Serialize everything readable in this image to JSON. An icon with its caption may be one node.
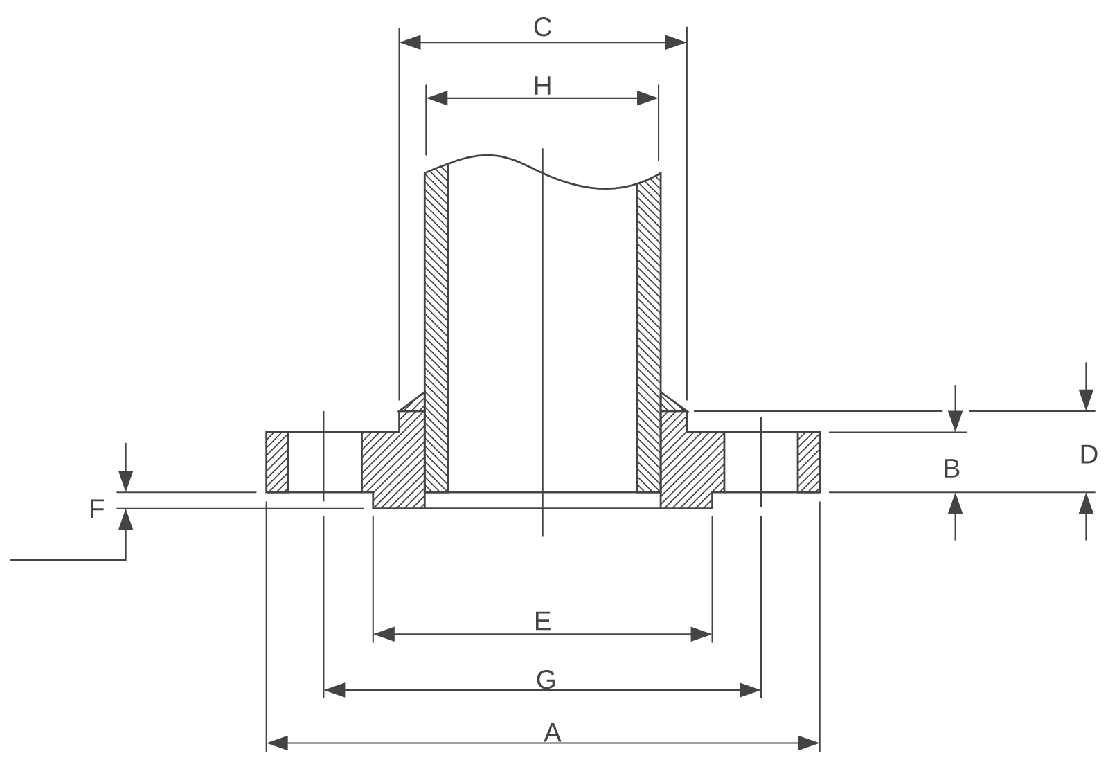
{
  "diagram": {
    "labels": [
      "C",
      "H",
      "D",
      "B",
      "F",
      "E",
      "G",
      "A"
    ]
  }
}
